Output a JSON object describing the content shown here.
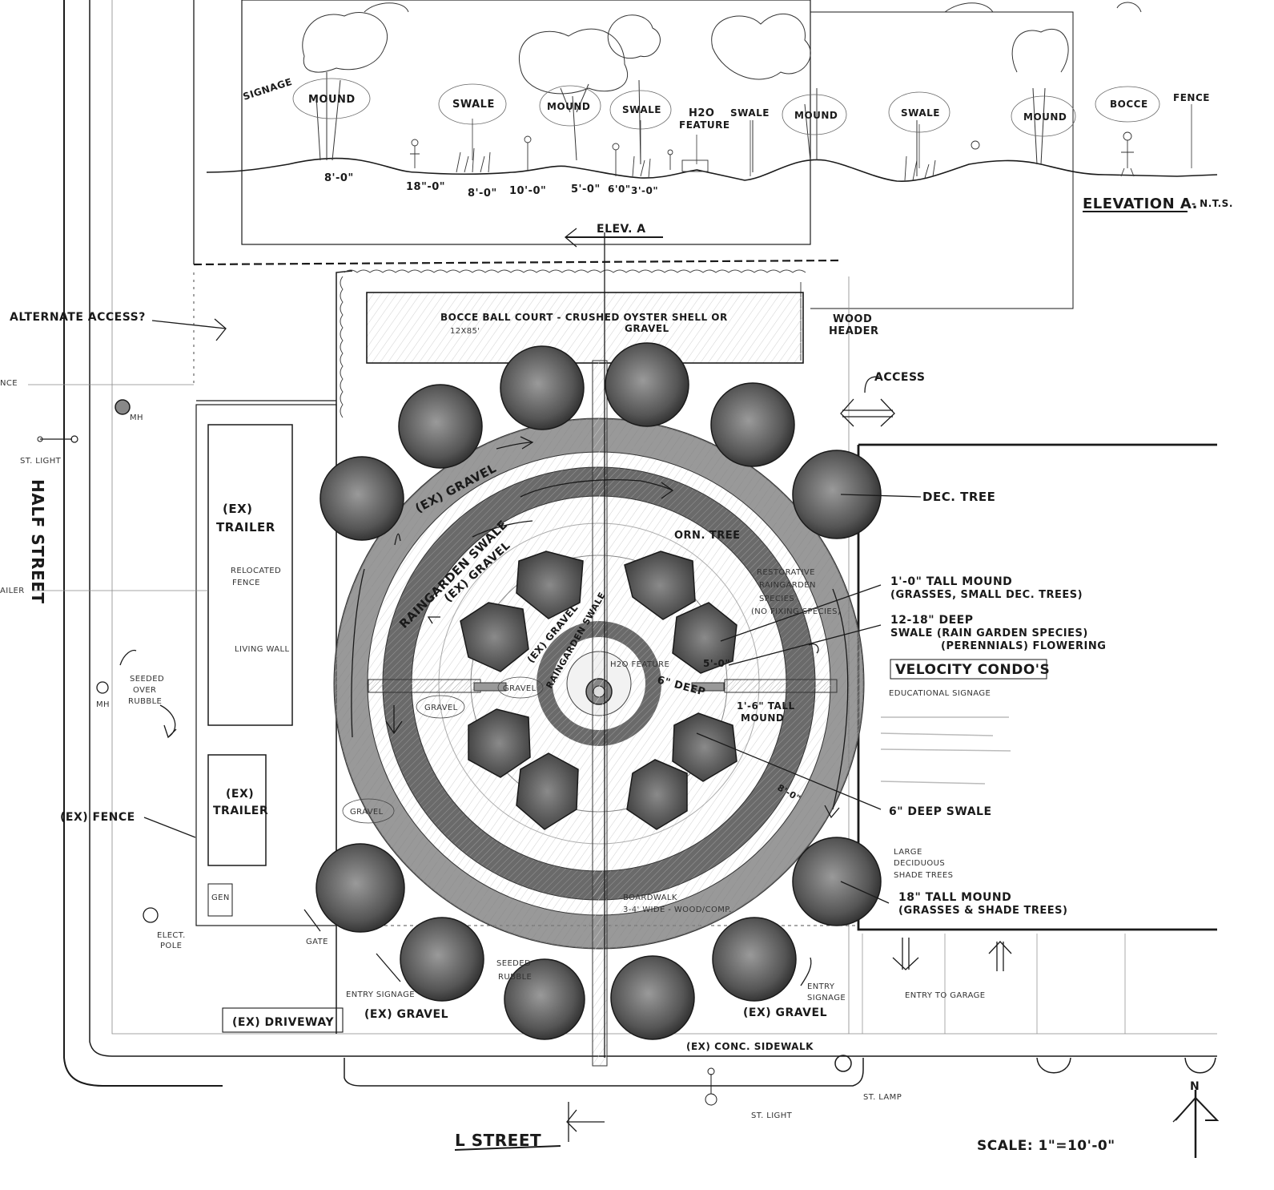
{
  "elevation": {
    "title": "ELEVATION A.",
    "nts": "- N.T.S.",
    "labels": {
      "signage": "SIGNAGE",
      "mound1": "MOUND",
      "swale1": "SWALE",
      "mound2": "MOUND",
      "swale2": "SWALE",
      "h2o": "H2O",
      "h2o_feature": "FEATURE",
      "swale3": "SWALE",
      "mound3": "MOUND",
      "swale4": "SWALE",
      "mound4": "MOUND",
      "bocce": "BOCCE",
      "fence": "FENCE"
    },
    "dims": {
      "d1": "8'-0\"",
      "d2": "18\"-0\"",
      "d3": "8'-0\"",
      "d4": "10'-0\"",
      "d5": "5'-0\"",
      "d6": "6'0\"",
      "d7": "3'-0\""
    }
  },
  "plan": {
    "elev_marker": "ELEV. A",
    "alternate_access": "ALTERNATE ACCESS?",
    "fence_edge": "NCE",
    "mh1": "MH",
    "st_light_left": "ST. LIGHT",
    "half_street": "HALF STREET",
    "trailer_edge": "AILER",
    "trailer1_ex": "(EX)",
    "trailer1": "TRAILER",
    "relocated_fence_1": "RELOCATED",
    "relocated_fence_2": "FENCE",
    "living_wall": "LIVING WALL",
    "seeded_1": "SEEDED",
    "seeded_2": "OVER",
    "seeded_3": "RUBBLE",
    "mh2": "MH",
    "trailer2_ex": "(EX)",
    "trailer2": "TRAILER",
    "ex_fence": "(EX) FENCE",
    "gen": "GEN",
    "elect_1": "ELECT.",
    "elect_2": "POLE",
    "gate": "GATE",
    "entry_signage_left": "ENTRY SIGNAGE",
    "ex_driveway": "(EX) DRIVEWAY",
    "ex_gravel_bottom_left": "(EX) GRAVEL",
    "ex_gravel_bottom_right": "(EX) GRAVEL",
    "ex_sidewalk": "(EX) CONC. SIDEWALK",
    "st_light_bottom": "ST. LIGHT",
    "st_lamp": "ST. LAMP",
    "l_street": "L STREET",
    "scale": "SCALE: 1\"=10'-0\"",
    "north": "N",
    "bocce_court_1": "BOCCE BALL COURT - CRUSHED OYSTER SHELL OR",
    "bocce_court_2": "GRAVEL",
    "bocce_size": "12X85'",
    "wood_header_1": "WOOD",
    "wood_header_2": "HEADER",
    "access": "ACCESS",
    "dec_tree": "DEC. TREE",
    "orn_tree": "ORN. TREE",
    "restorative_1": "RESTORATIVE",
    "restorative_2": "RAINGARDEN",
    "restorative_3": "SPECIES",
    "restorative_4": "(NO FIXING SPECIES)",
    "ex_gravel_outer": "(EX) GRAVEL",
    "raingarden_swale": "RAINGARDEN SWALE",
    "ex_gravel_inner": "(EX) GRAVEL",
    "ex_gravel_mid": "(EX) GRAVEL",
    "raingarden_swale_inner": "RAINGARDEN SWALE",
    "h2o_feature": "H2O FEATURE",
    "deep": "6\" DEEP",
    "five_ft": "5'-0\"",
    "gravel_a": "GRAVEL",
    "gravel_b": "GRAVEL",
    "gravel_c": "GRAVEL",
    "mound_1ft_a": "1'-0\" TALL MOUND",
    "mound_1ft_b": "(GRASSES, SMALL DEC. TREES)",
    "swale_deep_a": "12-18\" DEEP",
    "swale_deep_b": "SWALE (RAIN GARDEN SPECIES)",
    "swale_deep_c": "(PERENNIALS) FLOWERING",
    "velocity": "VELOCITY CONDO'S",
    "educational": "EDUCATIONAL SIGNAGE",
    "tall_mound_16_a": "1'-6\" TALL",
    "tall_mound_16_b": "MOUND",
    "eight_ft": "8'-0\"",
    "six_deep_swale": "6\" DEEP SWALE",
    "large_dec_1": "LARGE",
    "large_dec_2": "DECIDUOUS",
    "large_dec_3": "SHADE TREES",
    "mound_18_a": "18\" TALL MOUND",
    "mound_18_b": "(GRASSES & SHADE TREES)",
    "boardwalk_1": "BOARDWALK",
    "boardwalk_2": "3-4' WIDE - WOOD/COMP.",
    "seeded_bottom_1": "SEEDED",
    "seeded_bottom_2": "RUBBLE",
    "entry_signage_right_1": "ENTRY",
    "entry_signage_right_2": "SIGNAGE",
    "entry_garage": "ENTRY TO GARAGE"
  }
}
